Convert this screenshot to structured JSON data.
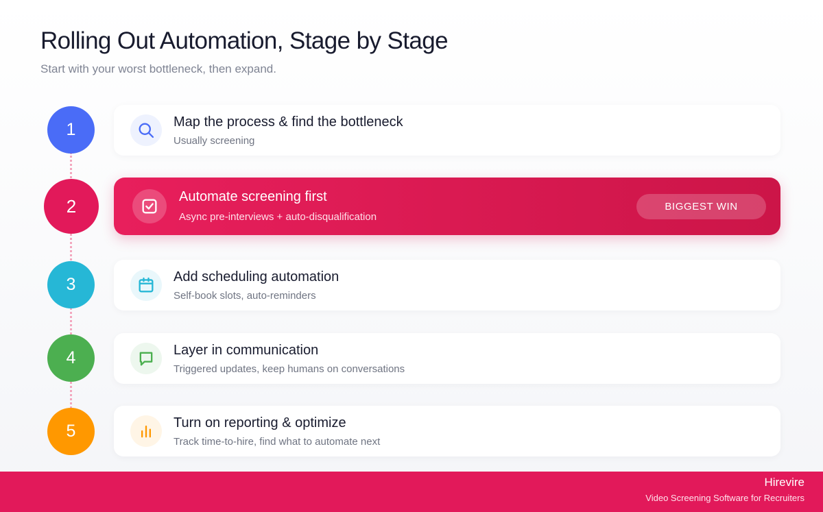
{
  "header": {
    "title": "Rolling Out Automation, Stage by Stage",
    "subtitle": "Start with your worst bottleneck, then expand."
  },
  "steps": [
    {
      "number": "1",
      "title": "Map the process & find the bottleneck",
      "description": "Usually screening",
      "icon": "search-icon",
      "color": "#4a6cf7",
      "icon_bg": "#eef2fe"
    },
    {
      "number": "2",
      "title": "Automate screening first",
      "description": "Async pre-interviews + auto-disqualification",
      "icon": "checkbox-icon",
      "color": "#e2195a",
      "badge": "BIGGEST WIN",
      "highlighted": true
    },
    {
      "number": "3",
      "title": "Add scheduling automation",
      "description": "Self-book slots, auto-reminders",
      "icon": "calendar-icon",
      "color": "#26b7d6",
      "icon_bg": "#e9f7fb"
    },
    {
      "number": "4",
      "title": "Layer in communication",
      "description": "Triggered updates, keep humans on conversations",
      "icon": "chat-icon",
      "color": "#4caf50",
      "icon_bg": "#edf7ee"
    },
    {
      "number": "5",
      "title": "Turn on reporting & optimize",
      "description": "Track time-to-hire, find what to automate next",
      "icon": "bar-chart-icon",
      "color": "#ff9800",
      "icon_bg": "#fff5e6"
    }
  ],
  "footer": {
    "brand": "Hirevire",
    "tagline": "Video Screening Software for Recruiters"
  }
}
